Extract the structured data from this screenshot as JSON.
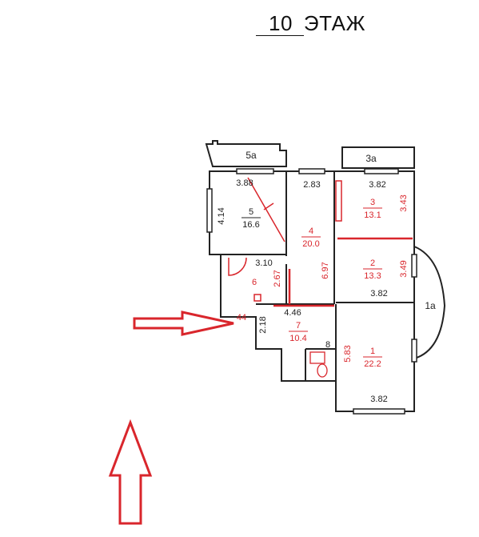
{
  "title": {
    "floor_number": "10",
    "floor_word": "ЭТАЖ"
  },
  "balconies": [
    {
      "id": "5a",
      "label": "5а"
    },
    {
      "id": "3a",
      "label": "3а"
    },
    {
      "id": "1a",
      "label": "1а"
    }
  ],
  "rooms": [
    {
      "id": "1",
      "number": "1",
      "area": "22.2"
    },
    {
      "id": "2",
      "number": "2",
      "area": "13.3"
    },
    {
      "id": "3",
      "number": "3",
      "area": "13.1"
    },
    {
      "id": "4",
      "number": "4",
      "area": "20.0"
    },
    {
      "id": "5",
      "number": "5",
      "area": "16.6"
    },
    {
      "id": "6",
      "number": "6"
    },
    {
      "id": "7",
      "number": "7",
      "area": "10.4"
    },
    {
      "id": "8",
      "number": "8"
    }
  ],
  "dimensions": {
    "room5_width": "3.88",
    "room5_height": "4.14",
    "room4_width": "2.83",
    "room4_height": "6.97",
    "room3_width": "3.82",
    "room3_height": "3.43",
    "room2_height": "3.49",
    "room2_width": "3.82",
    "room6_width": "3.10",
    "room6_height": "2.67",
    "corridor_width": "4.46",
    "corridor_height": "2.18",
    "room1_height": "5.83",
    "room1_width": "3.82",
    "entry_mark": "44"
  },
  "colors": {
    "wall": "#222222",
    "red": "#d9262c",
    "line": "#333333"
  }
}
